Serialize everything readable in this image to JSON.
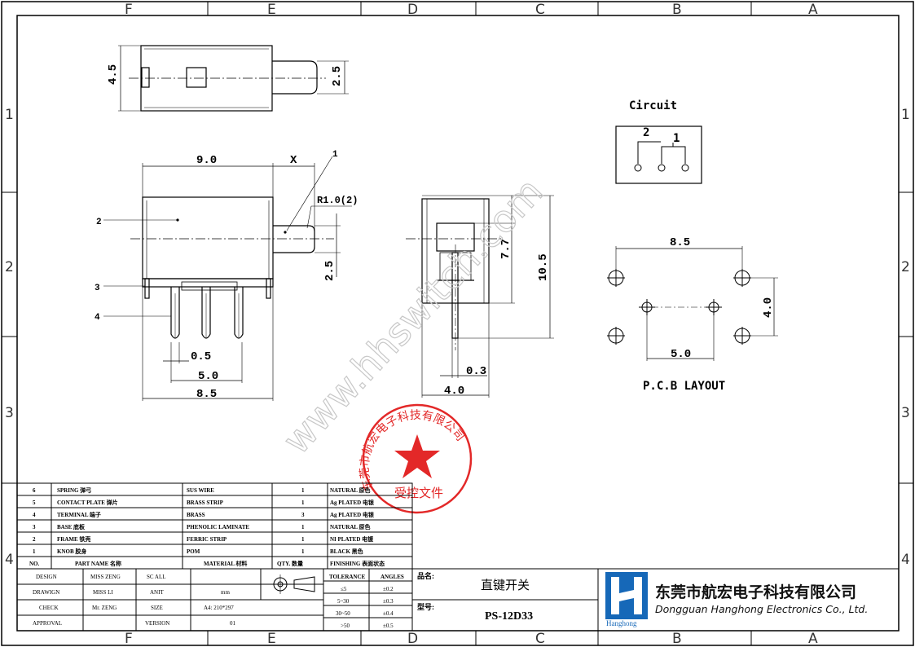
{
  "zones": {
    "columns": [
      "F",
      "E",
      "D",
      "C",
      "B",
      "A"
    ],
    "rows": [
      "1",
      "2",
      "3",
      "4"
    ]
  },
  "dimensions": {
    "top_height": "4.5",
    "top_plunger": "2.5",
    "length": "9.0",
    "travel": "X",
    "radius": "R1.0(2)",
    "plunger_h": "2.5",
    "pin_w": "0.5",
    "pitch": "5.0",
    "total_w": "8.5",
    "side_h1": "7.7",
    "side_h2": "10.5",
    "side_pin": "0.3",
    "side_w": "4.0",
    "pcb_w": "8.5",
    "pcb_h": "4.0",
    "pcb_pitch": "5.0"
  },
  "callouts": [
    "1",
    "2",
    "3",
    "4"
  ],
  "circuit": {
    "title": "Circuit",
    "n2": "2",
    "n1": "1"
  },
  "pcb_title": "P.C.B LAYOUT",
  "watermark": "www.hhswitch.com",
  "stamp": {
    "company": "东莞市航宏电子科技有限公司",
    "text": "受控文件"
  },
  "bom": [
    {
      "no": "6",
      "part": "SPRING  弹弓",
      "material": "SUS WIRE",
      "qty": "1",
      "finish": "NATURAL 原色"
    },
    {
      "no": "5",
      "part": "CONTACT PLATE  弹片",
      "material": "BRASS STRIP",
      "qty": "1",
      "finish": "Ag PLATED  电银"
    },
    {
      "no": "4",
      "part": "TERMINAL  端子",
      "material": "BRASS",
      "qty": "3",
      "finish": "Ag PLATED  电银"
    },
    {
      "no": "3",
      "part": "BASE  底板",
      "material": "PHENOLIC LAMINATE",
      "qty": "1",
      "finish": "NATURAL 原色"
    },
    {
      "no": "2",
      "part": "FRAME  铁壳",
      "material": "FERRIC STRIP",
      "qty": "1",
      "finish": "NI PLATED  电镀"
    },
    {
      "no": "1",
      "part": "KNOB  胶身",
      "material": "POM",
      "qty": "1",
      "finish": "BLACK 黑色"
    }
  ],
  "bom_header": {
    "no": "NO.",
    "part": "PART  NAME  名称",
    "material": "MATERIAL 材料",
    "qty": "QTY. 数量",
    "finish": "FINISHING 表面状态"
  },
  "title_block": {
    "design": "DESIGN",
    "design_by": "MISS ZENG",
    "drawing": "DRAWIGN",
    "drawing_by": "MISS LI",
    "check": "CHECK",
    "check_by": "Mr. ZENG",
    "approval": "APPROVAL",
    "sc": "SC ALL",
    "unit": "ANIT",
    "unit_val": "mm",
    "size": "SIZE",
    "size_val": "A4: 210*297",
    "version": "VERSION",
    "version_val": "01",
    "tolerance": "TOLERANCE",
    "angles": "ANGLES",
    "tol_rows": [
      [
        "≤5",
        "±0.2"
      ],
      [
        "5~30",
        "±0.3"
      ],
      [
        "30~50",
        "±0.4"
      ],
      [
        ">50",
        "±0.5"
      ]
    ],
    "name_label": "品名:",
    "name_val": "直键开关",
    "part_label": "型号:",
    "part_val": "PS-12D33",
    "company_cn": "东莞市航宏电子科技有限公司",
    "company_en": "Dongguan Hanghong Electronics Co., Ltd.",
    "logo_text": "Hanghong"
  }
}
